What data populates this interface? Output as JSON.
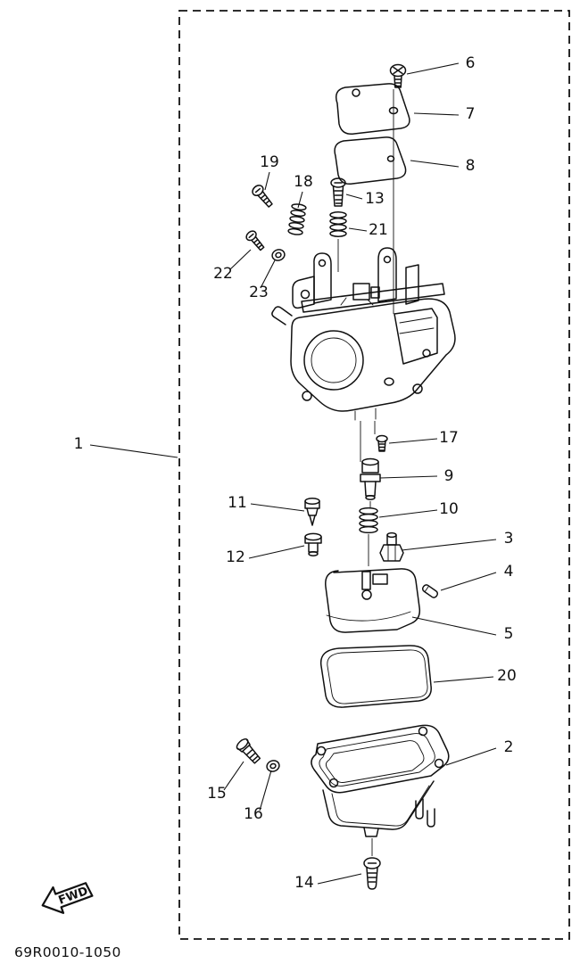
{
  "page": {
    "part_code": "69R0010-1050",
    "fwd_label": "FWD"
  },
  "callouts": [
    {
      "label": "1"
    },
    {
      "label": "2"
    },
    {
      "label": "3"
    },
    {
      "label": "4"
    },
    {
      "label": "5"
    },
    {
      "label": "6"
    },
    {
      "label": "7"
    },
    {
      "label": "8"
    },
    {
      "label": "9"
    },
    {
      "label": "10"
    },
    {
      "label": "11"
    },
    {
      "label": "12"
    },
    {
      "label": "13"
    },
    {
      "label": "14"
    },
    {
      "label": "15"
    },
    {
      "label": "16"
    },
    {
      "label": "17"
    },
    {
      "label": "18"
    },
    {
      "label": "19"
    },
    {
      "label": "20"
    },
    {
      "label": "21"
    },
    {
      "label": "22"
    },
    {
      "label": "23"
    }
  ]
}
